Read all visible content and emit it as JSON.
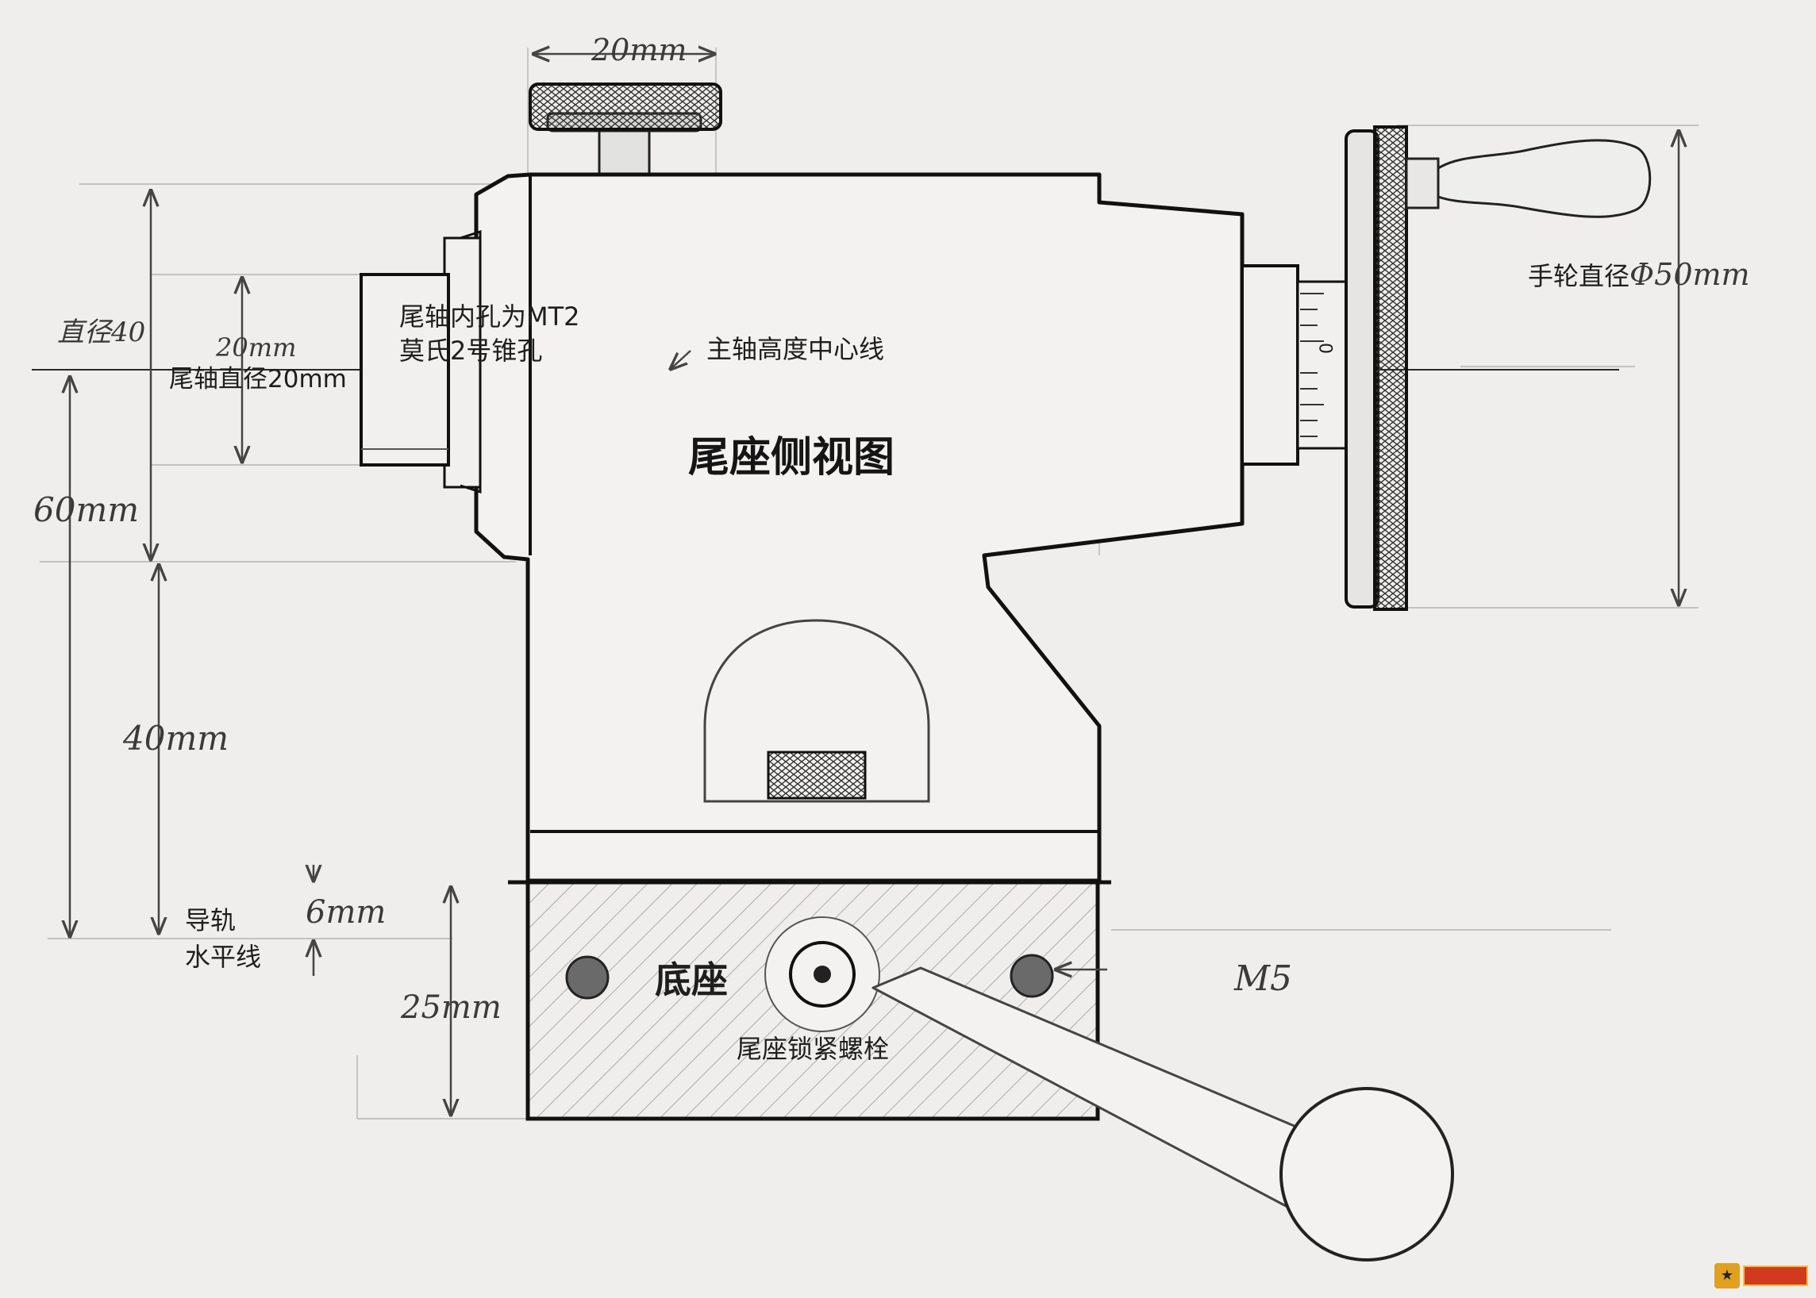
{
  "title": "尾座侧视图",
  "labels": {
    "top_width": "20mm",
    "total_diameter": "直径40",
    "quill_dim": "20mm",
    "quill_diameter": "尾轴直径20mm",
    "quill_bore_line1": "尾轴内孔为MT2",
    "quill_bore_line2": "莫氏2号锥孔",
    "spindle_center": "主轴高度中心线",
    "handwheel_diameter": "手轮直径",
    "handwheel_value": "Φ50mm",
    "height_60": "60mm",
    "height_40": "40mm",
    "rail_line1": "导轨",
    "rail_line2": "水平线",
    "rail_6": "6mm",
    "base_25": "25mm",
    "base": "底座",
    "lock_bolt": "尾座锁紧螺栓",
    "m5": "M5",
    "dial_zero": "0"
  },
  "colors": {
    "paper": "#efeeec",
    "ink": "#141414",
    "pencil": "#8a8a8a",
    "guide": "#b0b0b0"
  },
  "watermark_icons": [
    "site-logo-icon"
  ]
}
